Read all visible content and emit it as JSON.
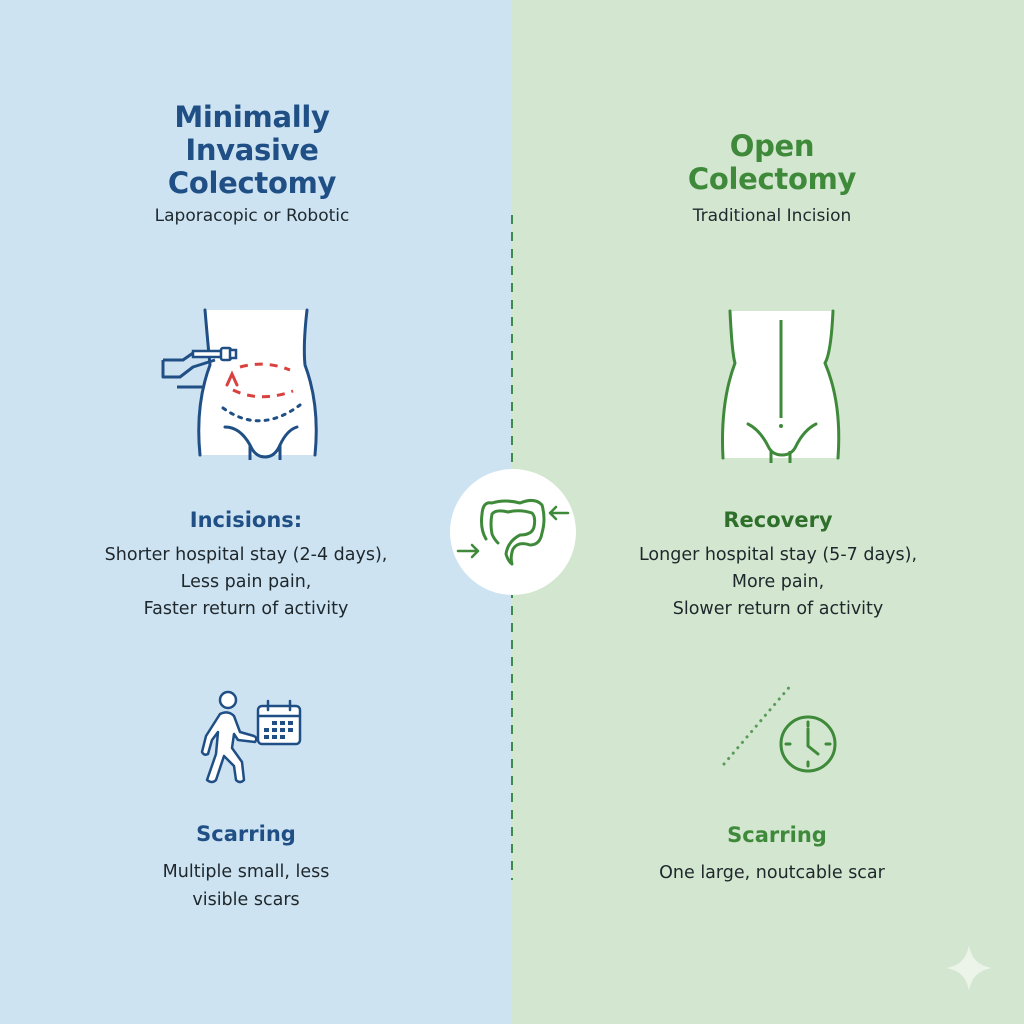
{
  "left": {
    "title_lines": [
      "Minimally",
      "Invasive",
      "Colectomy"
    ],
    "subtitle": "Laporacopic or Robotic",
    "illustration": "abdomen-small-incisions-icon",
    "section1": {
      "heading": "Incisions:",
      "lines": [
        "Shorter hospital stay (2-4 days),",
        "Less pain pain,",
        "Faster return of activity"
      ]
    },
    "section2_icon": "walking-person-calendar-icon",
    "section2": {
      "heading": "Scarring",
      "lines": [
        "Multiple small, less",
        "visible scars"
      ]
    }
  },
  "right": {
    "title_lines": [
      "Open",
      "Colectomy"
    ],
    "subtitle": "Traditional Incision",
    "illustration": "abdomen-vertical-incision-icon",
    "section1": {
      "heading": "Recovery",
      "lines": [
        "Longer hospital stay (5-7 days),",
        "More pain,",
        "Slower return of activity"
      ]
    },
    "section2_icon": "clock-icon",
    "section2": {
      "heading": "Scarring",
      "lines": [
        "One large, noutcable scar"
      ]
    }
  },
  "center": {
    "icon": "colon-icon"
  },
  "colors": {
    "left_bg": "#cde3f2",
    "right_bg": "#d3e6cf",
    "blue_accent": "#1f4f85",
    "green_accent": "#3e8a3a",
    "incision_red": "#d9413f"
  }
}
